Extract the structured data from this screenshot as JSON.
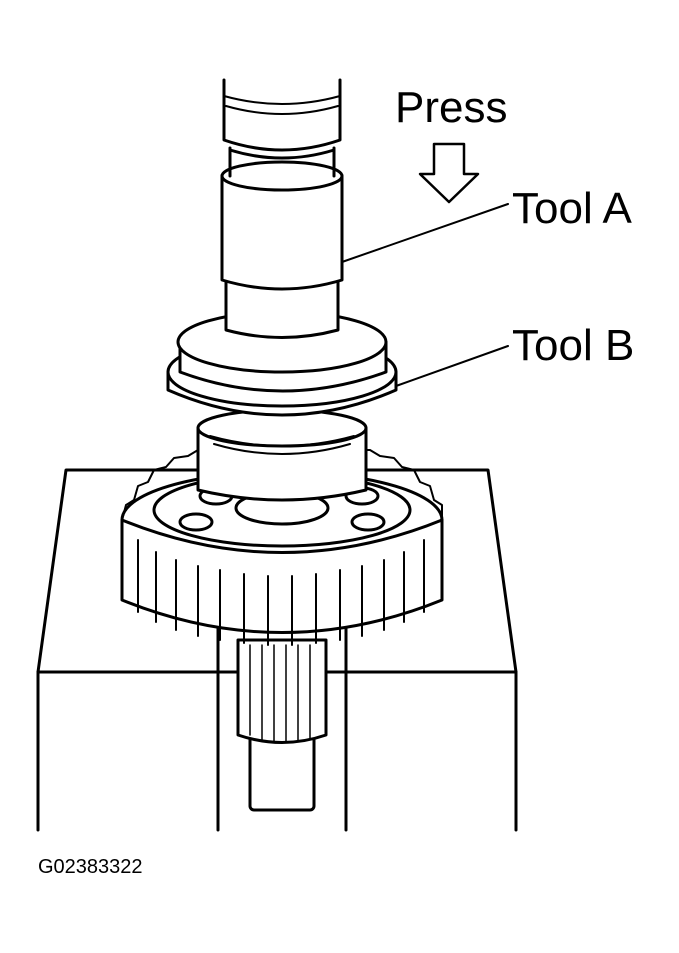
{
  "labels": {
    "press": "Press",
    "tool_a": "Tool A",
    "tool_b": "Tool B",
    "figure_code": "G02383322"
  },
  "colors": {
    "line": "#000000",
    "fill": "#ffffff"
  }
}
